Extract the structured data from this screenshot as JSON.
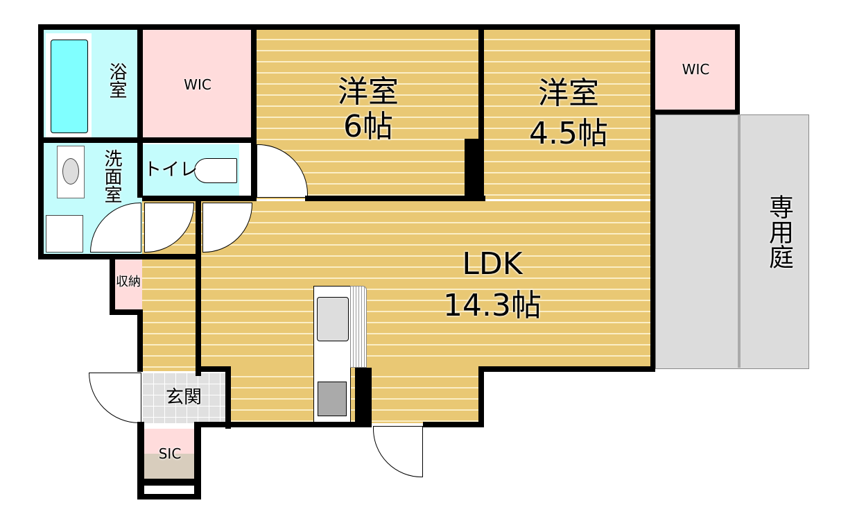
{
  "rooms": {
    "bath": "浴室",
    "wic_left": "WIC",
    "western1_name": "洋室",
    "western1_size": "6帖",
    "western2_name": "洋室",
    "western2_size": "4.5帖",
    "wic_right": "WIC",
    "washroom": "洗面室",
    "toilet": "トイレ",
    "storage": "収納",
    "ldk_name": "LDK",
    "ldk_size": "14.3帖",
    "entrance": "玄関",
    "sic": "SIC",
    "garden": "専用庭"
  },
  "colors": {
    "floor": "#e9c874",
    "wet": "#c4fcfc",
    "closet": "#ffdcdc",
    "garden": "#dcdcdc"
  }
}
